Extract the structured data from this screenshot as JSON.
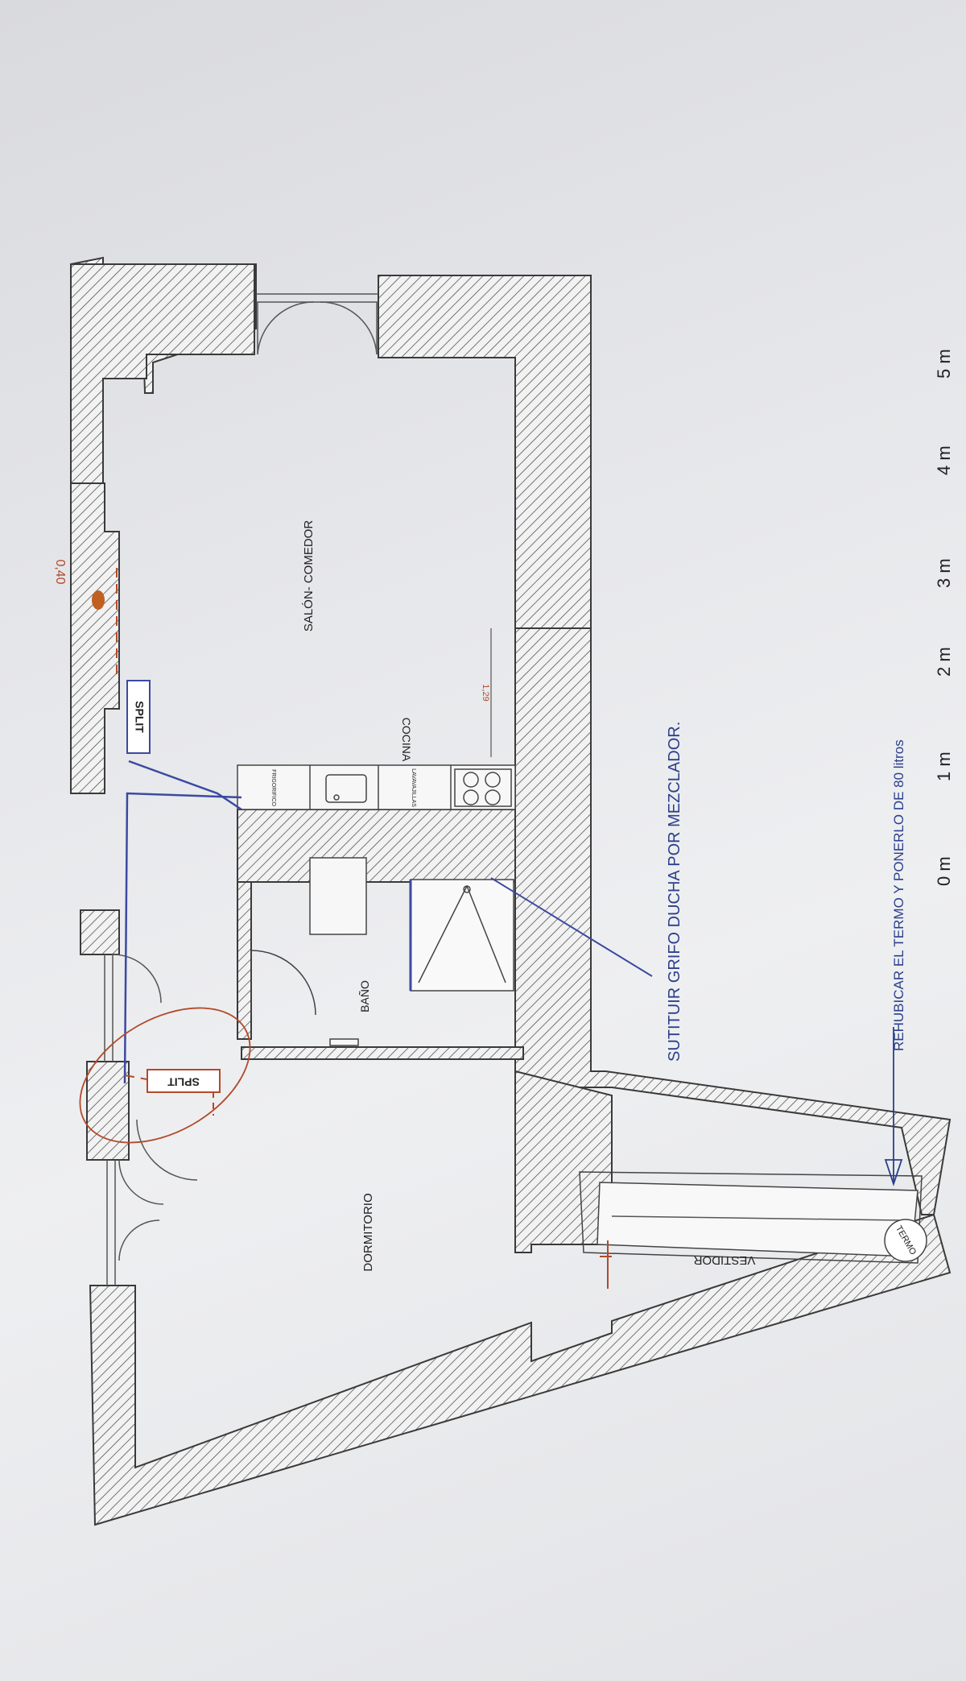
{
  "rooms": {
    "salon": "SALÓN- COMEDOR",
    "cocina": "COCINA",
    "bano": "BAÑO",
    "dormitorio": "DORMITORIO",
    "vestidor": "VESTIDOR"
  },
  "equipment": {
    "split_top": "SPLIT",
    "split_bottom": "SPLIT",
    "termo": "TERMO",
    "frigorifico": "FRIGORIFICO",
    "lavavajillas": "LAVAVAJILLAS"
  },
  "dimensions": {
    "dim_040": "0,40",
    "dim_129": "1,29"
  },
  "notes": {
    "shower": "SUTITUIR GRIFO DUCHA POR MEZCLADOR.",
    "termo": "REHUBICAR EL TERMO Y PONERLO DE 80 litros"
  },
  "scale": {
    "ticks": [
      "0 m",
      "1 m",
      "2 m",
      "3 m",
      "4 m",
      "5 m"
    ]
  },
  "colors": {
    "wall_line": "#3a3a3a",
    "pipe_blue": "#3b4aa0",
    "annotation_red": "#b24a2a",
    "note_blue": "#2b3f8c"
  }
}
